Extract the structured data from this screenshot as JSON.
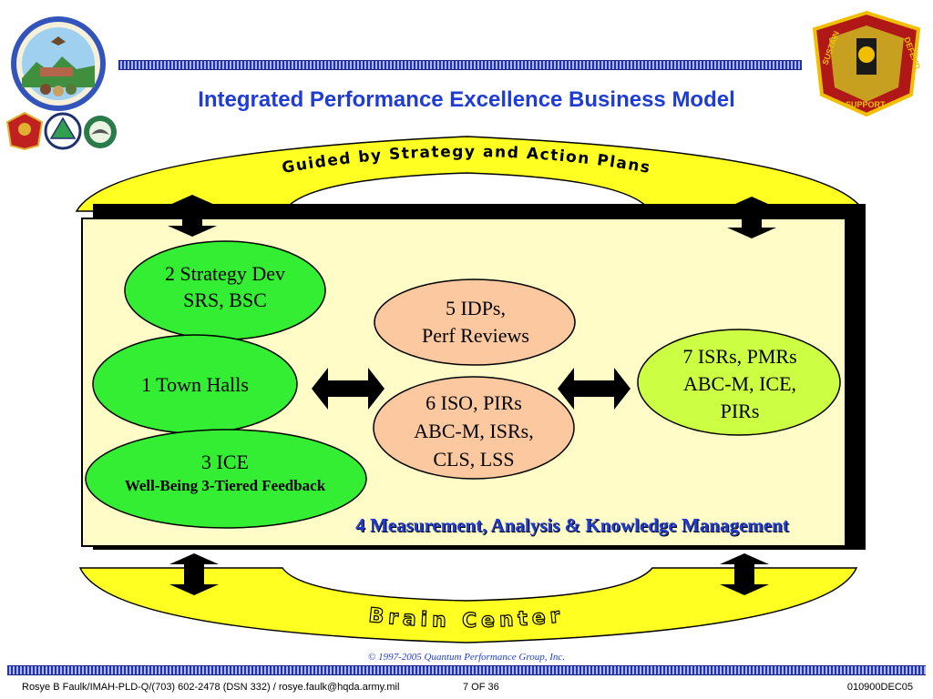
{
  "title": "Integrated Performance Excellence Business Model",
  "top_arc_label": "Guided by Strategy and Action Plans",
  "bottom_arc_label": "Brain Center",
  "ovals": {
    "strategy": {
      "line1": "2 Strategy Dev",
      "line2": "SRS, BSC"
    },
    "town_halls": {
      "line1": "1 Town Halls"
    },
    "ice": {
      "line1": "3 ICE",
      "line2": "Well-Being 3-Tiered Feedback"
    },
    "idps": {
      "line1": "5 IDPs,",
      "line2": "Perf Reviews"
    },
    "iso": {
      "line1": "6 ISO, PIRs",
      "line2": "ABC-M, ISRs,",
      "line3": "CLS, LSS"
    },
    "isrs": {
      "line1": "7 ISRs, PMRs",
      "line2": "ABC-M, ICE,",
      "line3": "PIRs"
    }
  },
  "measurement_label": "4 Measurement, Analysis & Knowledge Management",
  "copyright": "© 1997-2005 Quantum Performance Group, Inc.",
  "footer": {
    "contact": "Rosye B Faulk/IMAH-PLD-Q/(703) 602-2478 (DSN 332) / rosye.faulk@hqda.army.mil",
    "page": "7  OF 36",
    "code": "010900DEC05"
  },
  "seal_right_text": {
    "top": "SUSTAIN",
    "right": "DEFEND",
    "bottom": "SUPPORT"
  },
  "colors": {
    "title_blue": "#1f3dd6",
    "cream": "#fffcc8",
    "yellow": "#ffff22",
    "green": "#33ee33",
    "lime": "#ccff44",
    "peach": "#fbc8a0"
  }
}
